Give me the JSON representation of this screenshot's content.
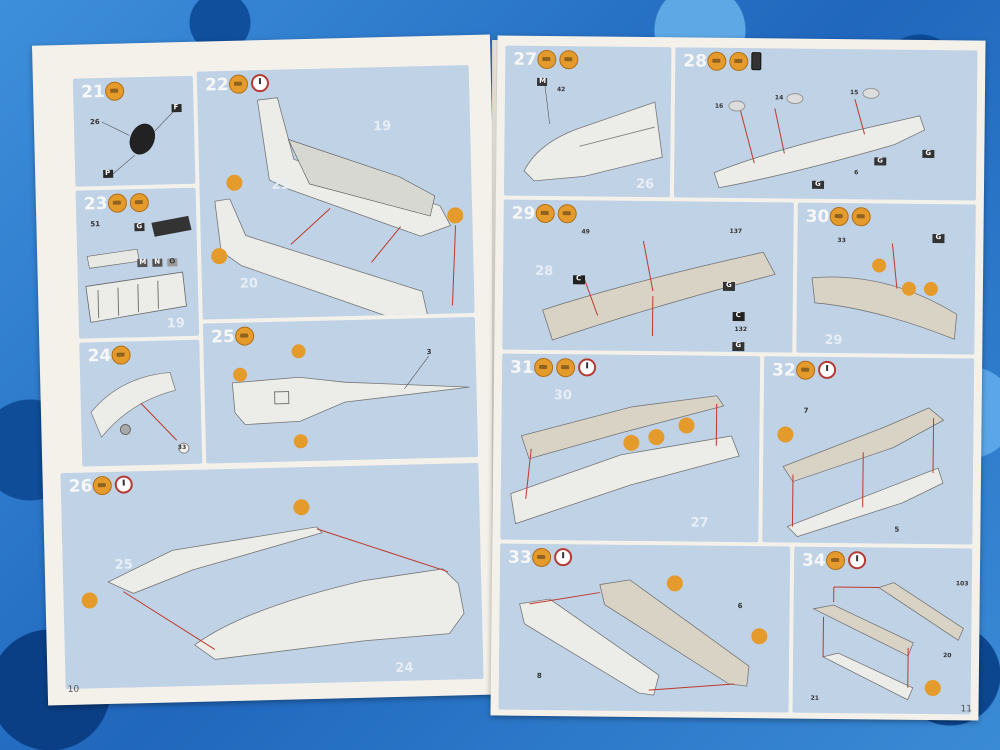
{
  "pages": {
    "left_page_number": "10",
    "right_page_number": "11"
  },
  "left_steps": [
    {
      "step": "21",
      "parts": [
        "26"
      ],
      "flags": [
        "F",
        "P"
      ]
    },
    {
      "step": "22",
      "parts": [
        "19",
        "21",
        "20"
      ]
    },
    {
      "step": "23",
      "parts": [
        "51",
        "19"
      ],
      "flags": [
        "G",
        "M",
        "N",
        "O"
      ]
    },
    {
      "step": "24",
      "parts": [
        "33"
      ]
    },
    {
      "step": "25",
      "parts": [
        "3"
      ]
    },
    {
      "step": "26",
      "parts": [
        "25",
        "24"
      ]
    }
  ],
  "right_steps": [
    {
      "step": "27",
      "parts": [
        "42",
        "26"
      ],
      "flags": [
        "M"
      ]
    },
    {
      "step": "28",
      "parts": [
        "16",
        "14",
        "15",
        "6"
      ],
      "flags": [
        "G",
        "G",
        "G"
      ]
    },
    {
      "step": "29",
      "parts": [
        "49",
        "137",
        "132",
        "28"
      ],
      "flags": [
        "G",
        "C",
        "C",
        "G"
      ]
    },
    {
      "step": "30",
      "parts": [
        "33",
        "29"
      ],
      "flags": [
        "G"
      ]
    },
    {
      "step": "31",
      "parts": [
        "30",
        "27"
      ]
    },
    {
      "step": "32",
      "parts": [
        "7",
        "5"
      ]
    },
    {
      "step": "33",
      "parts": [
        "6",
        "8"
      ]
    },
    {
      "step": "34",
      "parts": [
        "103",
        "20",
        "21"
      ]
    }
  ]
}
